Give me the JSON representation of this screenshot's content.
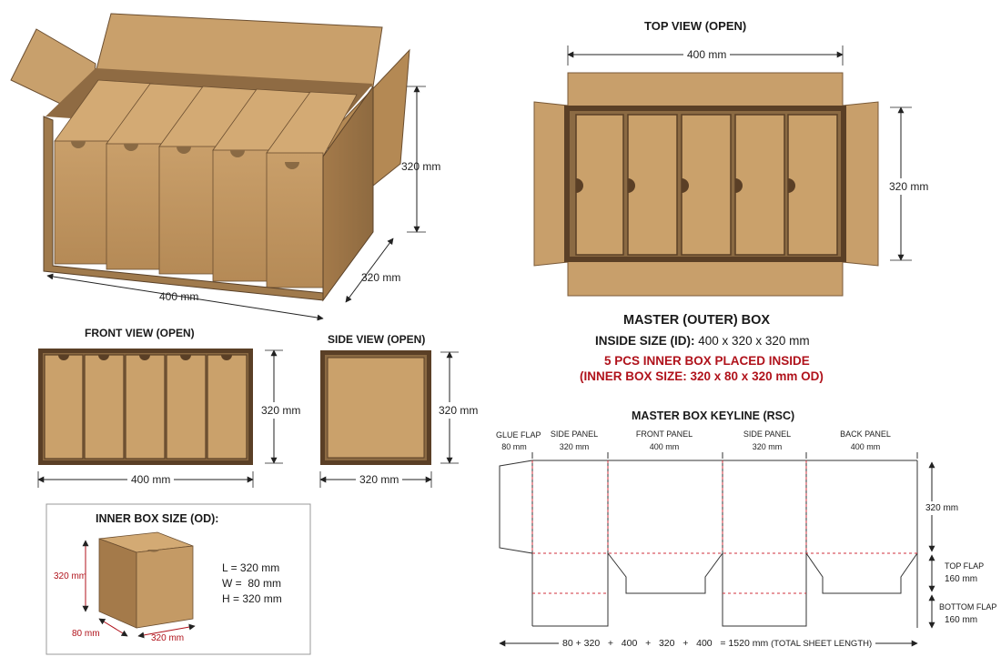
{
  "colors": {
    "cardboard": "#c49a65",
    "cardboard_light": "#d3aa74",
    "cardboard_dark": "#8a6a44",
    "edge": "#5a4128",
    "red_accent": "#b0121b",
    "fold_line": "#d0323c"
  },
  "iso_view": {
    "width_label": "400 mm",
    "height_label": "320 mm",
    "depth_label": "320 mm"
  },
  "top_view": {
    "title": "TOP VIEW (OPEN)",
    "width_label": "400 mm",
    "height_label": "320 mm"
  },
  "front_view": {
    "title": "FRONT VIEW (OPEN)",
    "width_label": "400 mm",
    "height_label": "320 mm"
  },
  "side_view": {
    "title": "SIDE VIEW (OPEN)",
    "width_label": "320 mm",
    "height_label": "320 mm"
  },
  "master_box": {
    "title": "MASTER (OUTER) BOX",
    "inside_size_label": "INSIDE SIZE (ID):",
    "inside_size_value": "400 x 320 x 320 mm",
    "inner_count_line": "5 PCS INNER BOX PLACED INSIDE",
    "inner_size_line": "(INNER BOX SIZE: 320 x 80 x 320 mm OD)"
  },
  "inner_box": {
    "title": "INNER BOX SIZE (OD):",
    "height_label": "320 mm",
    "width_label": "80 mm",
    "length_label": "320 mm",
    "spec_l": "L = 320 mm",
    "spec_w": "W =  80 mm",
    "spec_h": "H = 320 mm"
  },
  "keyline": {
    "title": "MASTER BOX KEYLINE (RSC)",
    "panels": [
      {
        "name": "GLUE FLAP",
        "size": "80 mm"
      },
      {
        "name": "SIDE PANEL",
        "size": "320 mm"
      },
      {
        "name": "FRONT PANEL",
        "size": "400 mm"
      },
      {
        "name": "SIDE PANEL",
        "size": "320 mm"
      },
      {
        "name": "BACK PANEL",
        "size": "400 mm"
      }
    ],
    "height_label": "320 mm",
    "top_flap_label": "TOP FLAP",
    "top_flap_size": "160 mm",
    "bottom_flap_label": "BOTTOM FLAP",
    "bottom_flap_size": "160 mm",
    "total_formula": "80 + 320   +   400   +   320   +   400   = 1520 mm",
    "total_note": "(TOTAL SHEET LENGTH)"
  }
}
